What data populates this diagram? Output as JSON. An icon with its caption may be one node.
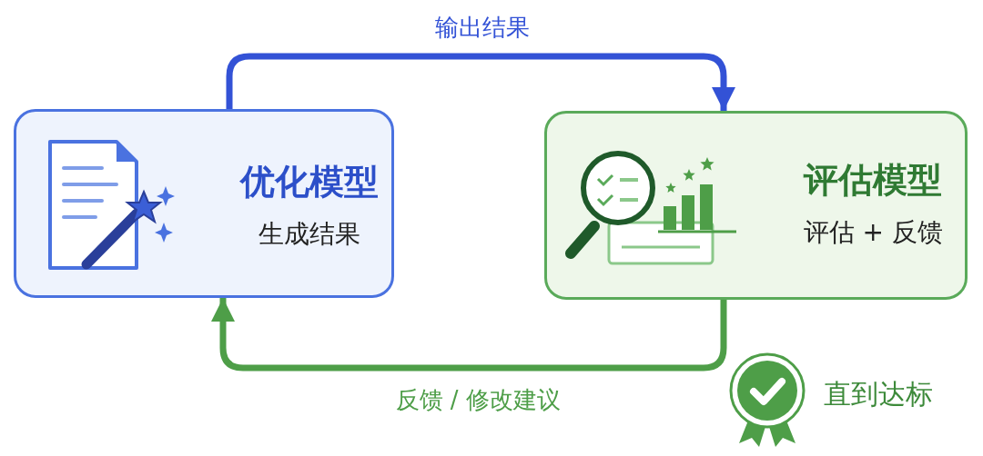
{
  "diagram": {
    "nodes": [
      {
        "text": [
          "优化模型",
          "生成结果"
        ]
      },
      {
        "text": [
          "评估模型",
          "评估 + 反馈"
        ]
      }
    ],
    "edges": [
      {
        "from": 0,
        "to": 1,
        "arrow": "to",
        "label": "输出结果",
        "color": "#3352d6"
      },
      {
        "from": 1,
        "to": 0,
        "arrow": "to",
        "label": "反馈 / 修改建议",
        "color": "#4e9e48"
      }
    ],
    "labels": [
      "直到达标"
    ]
  }
}
